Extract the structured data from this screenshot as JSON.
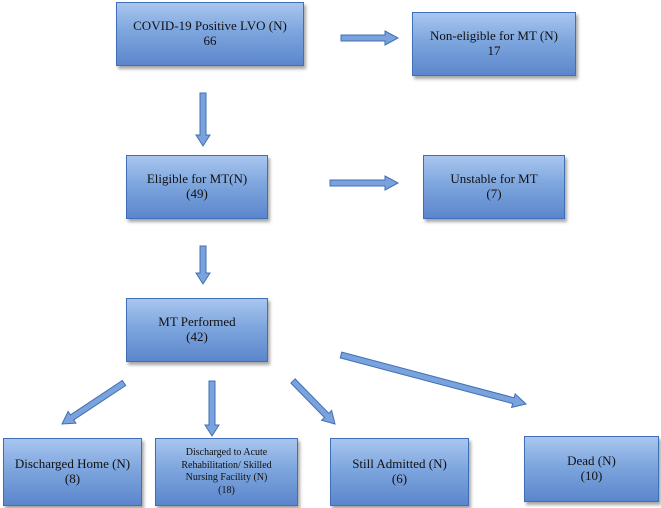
{
  "nodes": {
    "covid_positive": {
      "label": "COVID-19 Positive LVO (N)",
      "value": "66"
    },
    "non_eligible": {
      "label": "Non-eligible for MT (N)",
      "value": "17"
    },
    "eligible": {
      "label": "Eligible for MT(N)",
      "value": "(49)"
    },
    "unstable": {
      "label": "Unstable for MT",
      "value": "(7)"
    },
    "mt_performed": {
      "label": "MT Performed",
      "value": "(42)"
    },
    "discharged_home": {
      "label": "Discharged Home (N)",
      "value": "(8)"
    },
    "discharged_rehab": {
      "line1": "Discharged to Acute",
      "line2": "Rehabilitation/ Skilled",
      "line3": "Nursing Facility (N)",
      "value": "(18)"
    },
    "still_admitted": {
      "label": "Still Admitted (N)",
      "value": "(6)"
    },
    "dead": {
      "label": "Dead (N)",
      "value": "(10)"
    }
  },
  "colors": {
    "box_top": "#a9c6ef",
    "box_bottom": "#5b86cc",
    "box_border": "#3f6fb5",
    "arrow_fill": "#7aa2dc",
    "arrow_stroke": "#3f6fb5"
  }
}
